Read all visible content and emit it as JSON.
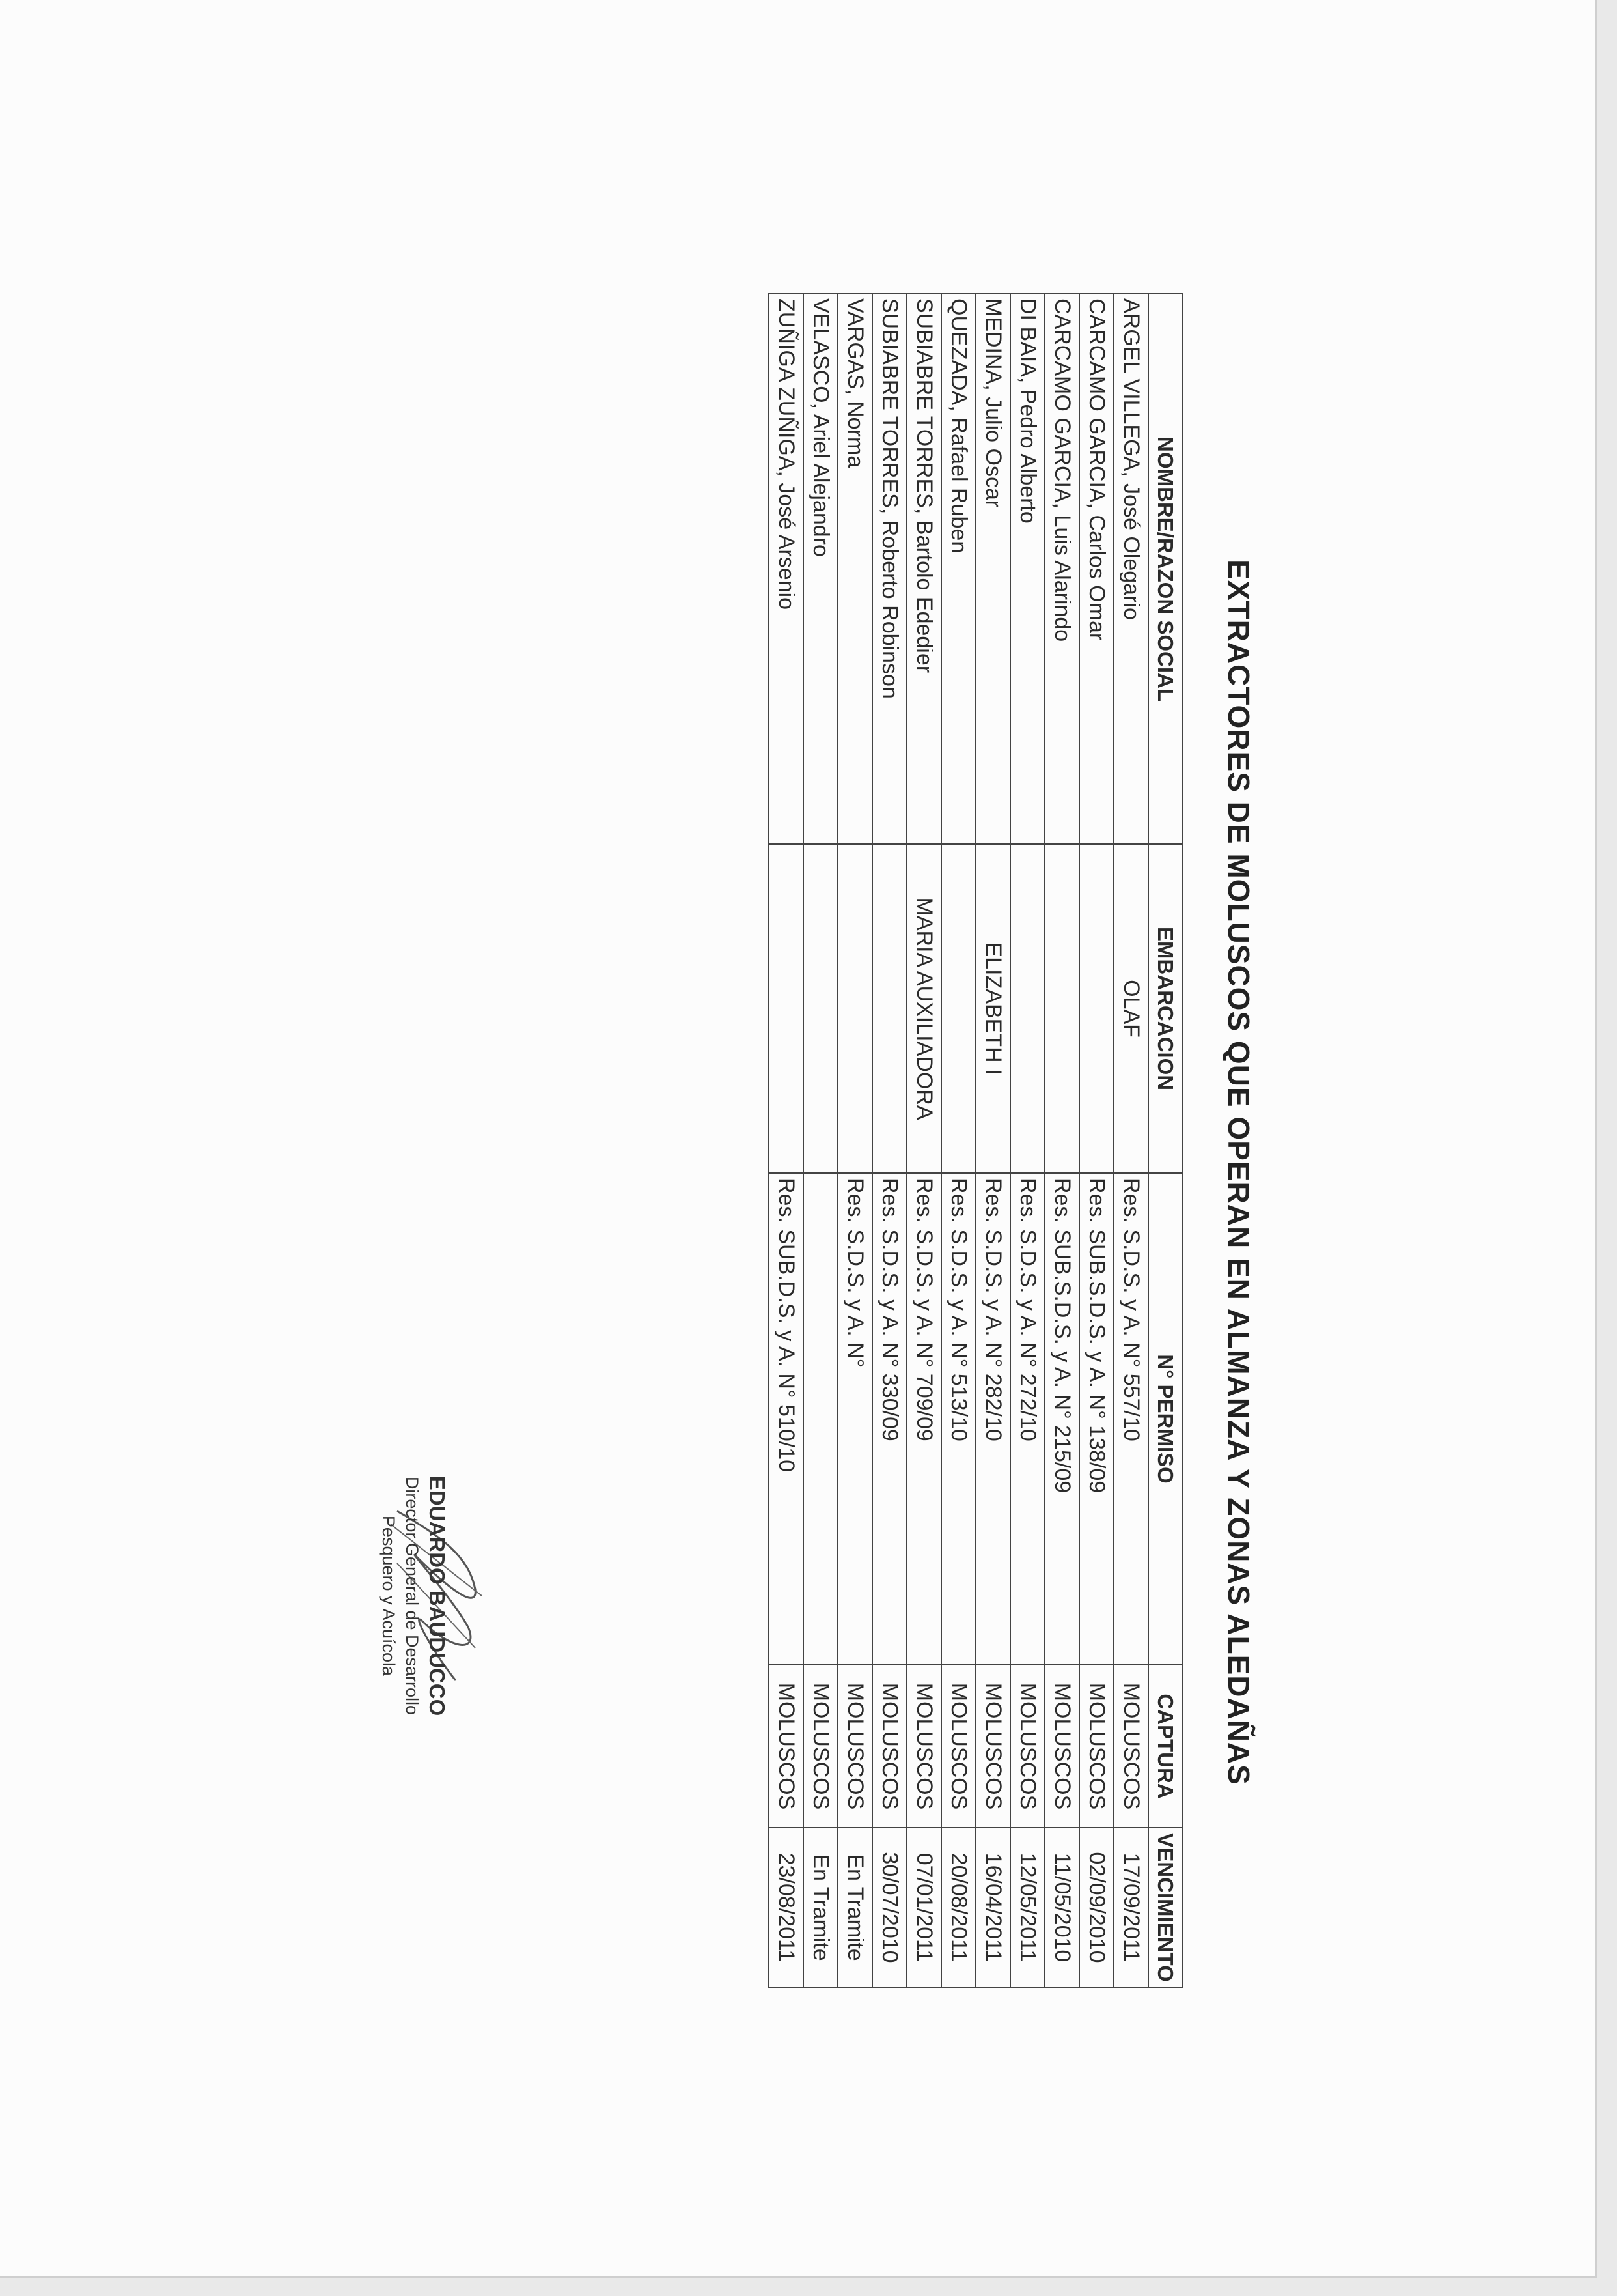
{
  "title": "EXTRACTORES DE MOLUSCOS QUE OPERAN EN ALMANZA Y ZONAS ALEDAÑAS",
  "table": {
    "headers": [
      "NOMBRE/RAZON SOCIAL",
      "EMBARCACION",
      "N° PERMISO",
      "CAPTURA",
      "VENCIMIENTO"
    ],
    "rows": [
      [
        "ARGEL VILLEGA, José Olegario",
        "OLAF",
        "Res. S.D.S. y A. N° 557/10",
        "MOLUSCOS",
        "17/09/2011"
      ],
      [
        "CARCAMO GARCIA, Carlos Omar",
        "",
        "Res. SUB.S.D.S. y A. N° 138/09",
        "MOLUSCOS",
        "02/09/2010"
      ],
      [
        "CARCAMO GARCIA, Luis Alarindo",
        "",
        "Res. SUB.S.D.S. y A. N° 215/09",
        "MOLUSCOS",
        "11/05/2010"
      ],
      [
        "DI BAIA, Pedro Alberto",
        "",
        "Res. S.D.S. y A. N° 272/10",
        "MOLUSCOS",
        "12/05/2011"
      ],
      [
        "MEDINA, Julio Oscar",
        "ELIZABETH I",
        "Res. S.D.S. y A. N° 282/10",
        "MOLUSCOS",
        "16/04/2011"
      ],
      [
        "QUEZADA, Rafael Ruben",
        "",
        "Res. S.D.S. y A. N° 513/10",
        "MOLUSCOS",
        "20/08/2011"
      ],
      [
        "SUBIABRE TORRES, Bartolo Ededier",
        "MARIA AUXILIADORA",
        "Res. S.D.S. y A. N° 709/09",
        "MOLUSCOS",
        "07/01/2011"
      ],
      [
        "SUBIABRE TORRES, Roberto Robinson",
        "",
        "Res. S.D.S. y A. N° 330/09",
        "MOLUSCOS",
        "30/07/2010"
      ],
      [
        "VARGAS, Norma",
        "",
        "Res. S.D.S. y A. N°",
        "MOLUSCOS",
        "En Tramite"
      ],
      [
        "VELASCO, Ariel Alejandro",
        "",
        "",
        "MOLUSCOS",
        "En Tramite"
      ],
      [
        "ZUÑIGA ZUÑIGA, José Arsenio",
        "",
        "Res. SUB.D.S. y A. N° 510/10",
        "MOLUSCOS",
        "23/08/2011"
      ]
    ]
  },
  "signature": {
    "name": "EDUARDO BAUDUCCO",
    "line1": "Director General de Desarrollo",
    "line2": "Pesquero y Acuícola"
  }
}
